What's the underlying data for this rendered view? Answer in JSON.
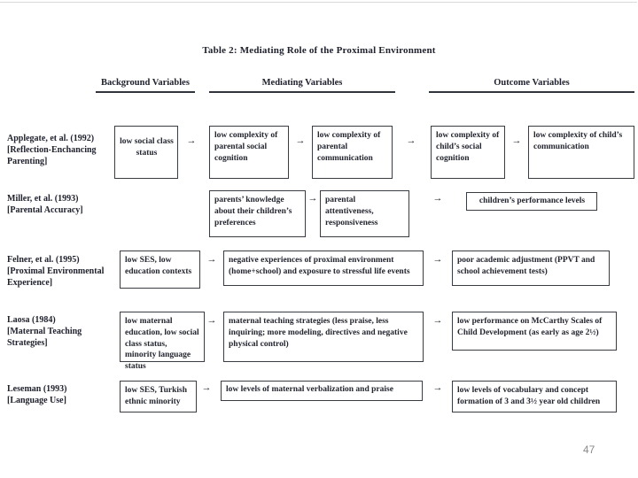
{
  "title": "Table 2: Mediating Role of the Proximal Environment",
  "page_number": "47",
  "arrow_glyph": "→",
  "colors": {
    "ink": "#23252f",
    "box_border": "#3a3c44",
    "page_background": "#ffffff",
    "page_number_gray": "#8a8a8a"
  },
  "columns": {
    "background": "Background Variables",
    "mediating": "Mediating Variables",
    "outcome": "Outcome Variables"
  },
  "rows": [
    {
      "study": "Applegate, et al. (1992)",
      "focus": "[Reflection-Enchancing Parenting]",
      "boxes": [
        "low social class status",
        "low complexity of parental social cognition",
        "low complexity of parental communication",
        "low complexity of child’s social cognition",
        "low complexity of child’s communication"
      ]
    },
    {
      "study": "Miller, et al. (1993)",
      "focus": "[Parental Accuracy]",
      "boxes": [
        "parents’ knowledge about their children’s preferences",
        "parental attentiveness, responsiveness",
        "children’s performance levels"
      ]
    },
    {
      "study": "Felner, et al. (1995)",
      "focus": "[Proximal Environmental Experience]",
      "boxes": [
        "low SES, low education contexts",
        "negative experiences of proximal environment (home+school) and exposure to stressful life events",
        "poor academic adjustment (PPVT and school achievement tests)"
      ]
    },
    {
      "study": "Laosa (1984)",
      "focus": "[Maternal Teaching Strategies]",
      "boxes": [
        "low maternal education, low social class status, minority language status",
        "maternal teaching strategies (less praise, less inquiring; more modeling, directives and negative physical control)",
        "low performance on McCarthy Scales of Child Development (as early as age 2½)"
      ]
    },
    {
      "study": "Leseman (1993)",
      "focus": "[Language Use]",
      "boxes": [
        "low SES, Turkish ethnic minority",
        "low levels of maternal verbalization and praise",
        "low levels of vocabulary and concept formation of 3 and 3½ year old children"
      ]
    }
  ]
}
